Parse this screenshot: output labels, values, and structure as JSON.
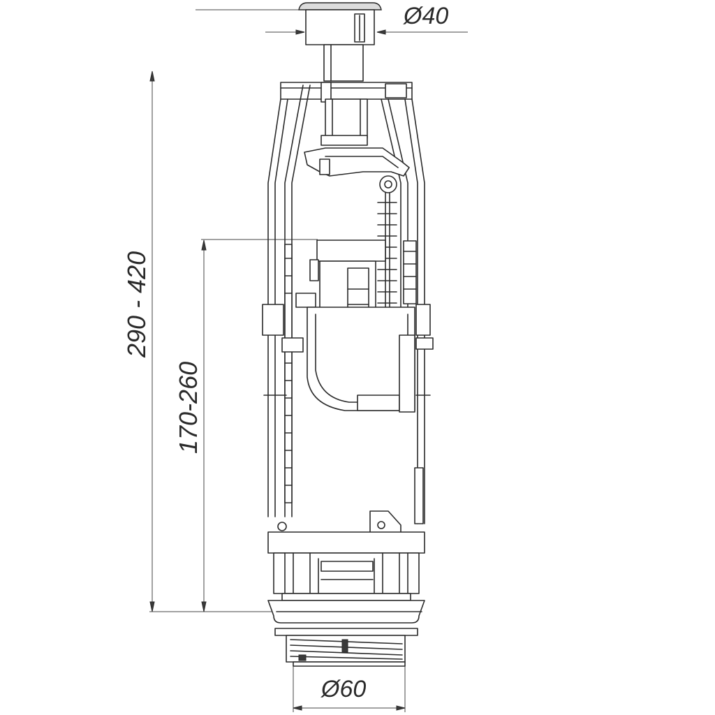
{
  "dimensions": {
    "button_diameter": "Ø40",
    "outlet_diameter": "Ø60",
    "total_height": "290 - 420",
    "inner_height": "170-260"
  }
}
